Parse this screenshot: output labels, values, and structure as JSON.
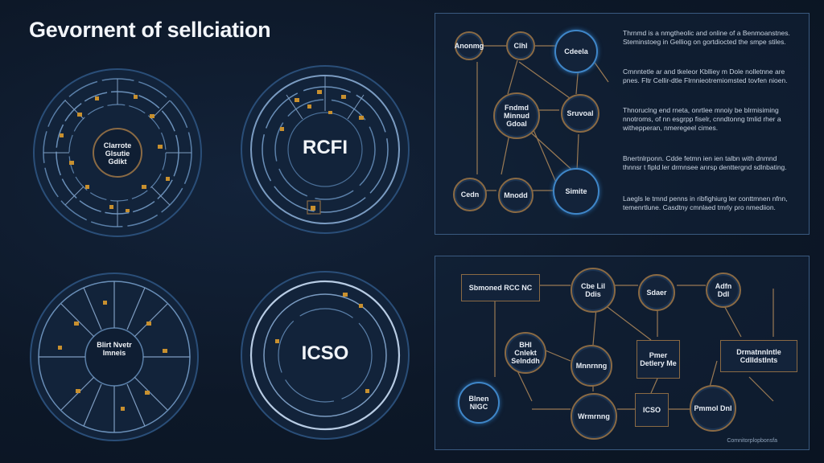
{
  "title": "Gevornent of sellciation",
  "circles": [
    {
      "id": "c1",
      "label": "Clarrote Glsutie Gdikt"
    },
    {
      "id": "c2",
      "label": "RCFI"
    },
    {
      "id": "c3",
      "label": "Blirt Nvetr Imneis"
    },
    {
      "id": "c4",
      "label": "ICSO"
    }
  ],
  "top_panel": {
    "nodes": {
      "n1": "Anonmg",
      "n2": "Clhl",
      "n3": "Cdeela",
      "n4": "Fndmd Minnud Gdoal",
      "n5": "Sruvoal",
      "n6": "Cedn",
      "n7": "Mnodd",
      "n8": "Simite"
    },
    "paragraphs": [
      "Thrnmd is a nmgtheolic and online of a Benmoanstnes. Steminstoeg in Gelliog on gortdiocted the smpe stiles.",
      "Cmnntetle ar and tkeleor Kblliey m Dole nolletnne are pnes. Fltr Cellir-dtle Flrnnieotremiomsted tovfen nioen.",
      "Thnoruclng end rneta, onrtlee mnoiy be blrmisiming nnotroms, of nn esgrpp fiselr, cnndtonng tmlid rher a withepperan, nmeregeel cimes.",
      "Bnertnlrponn. Cdde fetmn ien ien talbn with dnmnd thnnsr t fipld ler drmnsee anrsp denttergnd sdlnbating.",
      "Laegls le tmnd penns in ribfighiurg ler conttmnen nfnn, temenrtlune. Casdtny cmnlaed tmrly pro nmediion."
    ]
  },
  "bottom_panel": {
    "nodes": {
      "r1": "Sbmoned RCC NC",
      "b1": "Cbe Lil Ddis",
      "b2": "Sdaer",
      "b3": "Adfn Ddl",
      "b4": "BHl Cnlekt Selnddh",
      "b5": "Mnnrnng",
      "r2": "Pmer Detlery Me",
      "r3": "Drmatnnlntle Cdlldstlnts",
      "b6": "Blnen NIGC",
      "b7": "Wrmrnng",
      "b8": "ICSO",
      "b9": "Pmmol Dnl"
    },
    "footnote": "Comnitorplopbonsfa"
  }
}
